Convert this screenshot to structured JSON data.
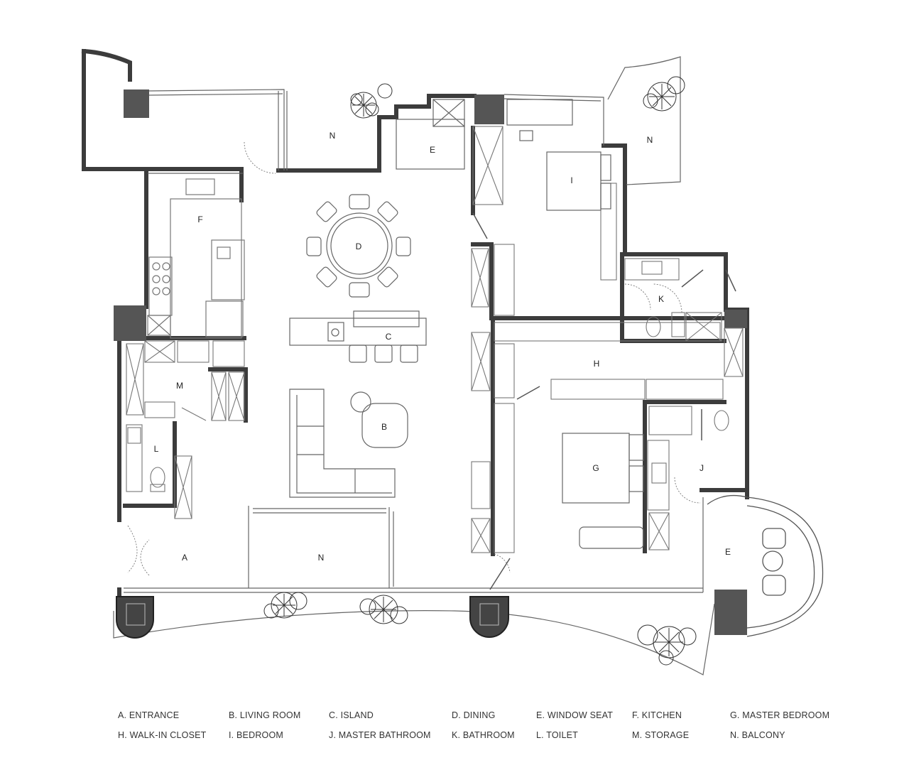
{
  "rooms": {
    "A": "A",
    "B": "B",
    "C": "C",
    "D": "D",
    "E": "E",
    "F": "F",
    "G": "G",
    "H": "H",
    "I": "I",
    "J": "J",
    "K": "K",
    "L": "L",
    "M": "M",
    "N": "N"
  },
  "legend": [
    "A.  ENTRANCE",
    "B.  LIVING ROOM",
    "C.  ISLAND",
    "D.  DINING",
    "E.  WINDOW SEAT",
    "F.  KITCHEN",
    "G.  MASTER BEDROOM",
    "H.  WALK-IN CLOSET",
    "I.  BEDROOM",
    "J.  MASTER BATHROOM",
    "K.  BATHROOM",
    "L.  TOILET",
    "M.  STORAGE",
    "N.  BALCONY"
  ],
  "colors": {
    "wall": "#3c3c3c",
    "column": "#555555",
    "line": "#666666",
    "furniture": "#777777"
  }
}
